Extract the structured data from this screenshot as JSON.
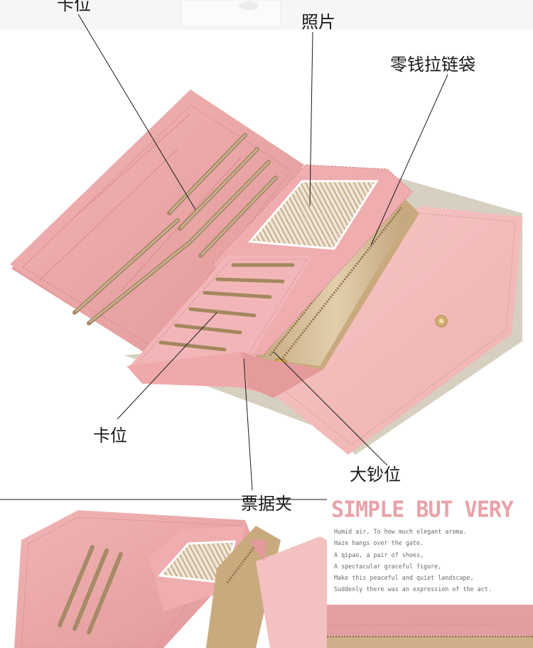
{
  "labels": {
    "card_slot_top": "卡位",
    "photo": "照片",
    "coin_zip_pocket": "零钱拉链袋",
    "card_slot_bottom": "卡位",
    "bill_pocket": "大钞位",
    "receipt_clip": "票据夹"
  },
  "headline": "SIMPLE BUT VERY",
  "poem": [
    "Humid air, To how much elegant aroma.",
    "Haze hangs over the gate.",
    "A qipao, a pair of shoes,",
    "A spectacular graceful figure,",
    "Make this peaceful and quiet landscape,",
    "Suddenly there was an expression of the act."
  ],
  "colors": {
    "wallet_pink": "#e9a3a5",
    "wallet_pink_light": "#f2bcbc",
    "lining_stripe": "#c9b08e",
    "zipper_beige": "#d7c1a0",
    "headline_pink": "#e9a2a9",
    "leader_line": "#1a1a1a"
  }
}
